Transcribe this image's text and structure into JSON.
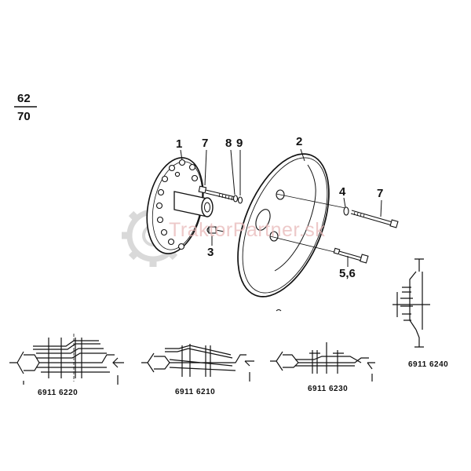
{
  "sheet": {
    "numerator": "62",
    "denominator": "70"
  },
  "callouts": {
    "c1": "1",
    "c2": "2",
    "c3": "3",
    "c4": "4",
    "c7a": "7",
    "c7b": "7",
    "c8": "8",
    "c9": "9",
    "c56": "5,6"
  },
  "variants": {
    "v6220": "6911 6220",
    "v6210": "6911 6210",
    "v6230": "6911 6230",
    "v6240": "6911 6240"
  },
  "watermark": {
    "text": "TraktorPartner.sk",
    "color": "#e8b7b7",
    "gear_color": "#dcdcdc"
  }
}
